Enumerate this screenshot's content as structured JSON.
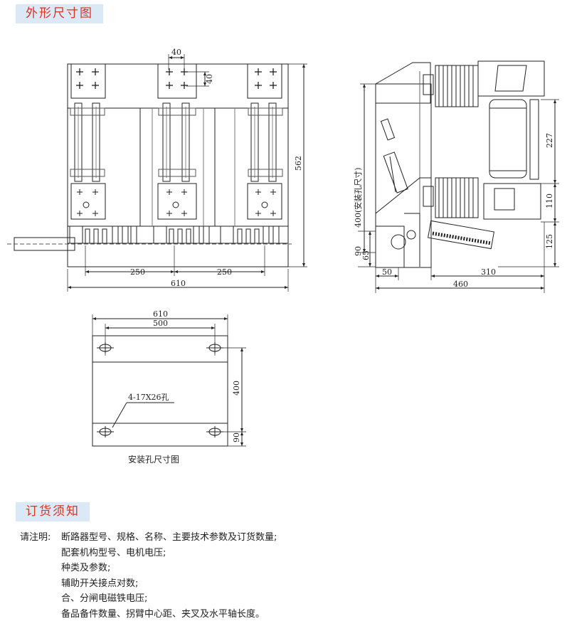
{
  "sections": {
    "outline_title": "外形尺寸图",
    "order_title": "订货须知"
  },
  "front_view": {
    "dims": {
      "top_w": "40",
      "top_h": "40",
      "height": "562",
      "pitch_left": "250",
      "pitch_right": "250",
      "width": "610"
    }
  },
  "side_view": {
    "dims": {
      "mount_400": "400(安装孔尺寸)",
      "d227": "227",
      "d110": "110",
      "d125": "125",
      "d90": "90",
      "d65": "65",
      "d50": "50",
      "d310": "310",
      "d460": "460"
    }
  },
  "mount_view": {
    "dims": {
      "w610": "610",
      "w500": "500",
      "h400": "400",
      "h90": "90"
    },
    "hole_label": "4-17X26孔",
    "caption": "安装孔尺寸图"
  },
  "notes": {
    "lead": "请注明:",
    "lines": [
      "断路器型号、规格、名称、主要技术参数及订货数量;",
      "配套机构型号、电机电压;",
      "种类及参数;",
      "辅助开关接点对数;",
      "合、分闸电磁铁电压;",
      "备品备件数量、拐臂中心距、夹叉及水平轴长度。"
    ]
  }
}
